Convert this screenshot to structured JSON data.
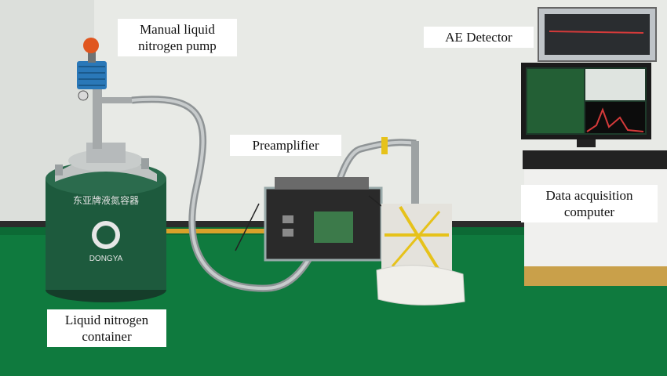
{
  "labels": {
    "pump": [
      "Manual liquid",
      "nitrogen pump"
    ],
    "ae_detector": "AE Detector",
    "preamplifier": "Preamplifier",
    "daq": [
      "Data acquisition",
      "computer"
    ],
    "container": [
      "Liquid nitrogen",
      "container"
    ]
  },
  "tank_text": {
    "chinese_brand": "东亚牌液氮容器",
    "logo": "DONGYA"
  },
  "colors": {
    "wall": "#e9ebe8",
    "floor": "#0f7a3e",
    "tank": "#1d5a3d",
    "pump_bulb": "#e0561f",
    "hose": "#a9aeb0",
    "label_bg": "#ffffff"
  }
}
